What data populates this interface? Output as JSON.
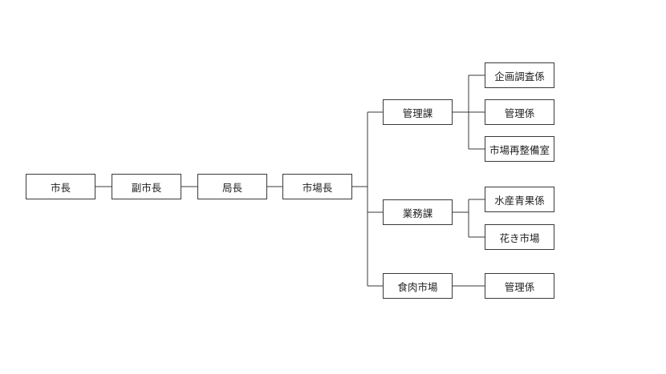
{
  "org_chart": {
    "mayor": "市長",
    "deputy_mayor": "副市長",
    "bureau_chief": "局長",
    "market_director": "市場長",
    "management_division": {
      "label": "管理課",
      "units": [
        "企画調査係",
        "管理係",
        "市場再整備室"
      ]
    },
    "operations_division": {
      "label": "業務課",
      "units": [
        "水産青果係",
        "花き市場"
      ]
    },
    "meat_market": {
      "label": "食肉市場",
      "units": [
        "管理係"
      ]
    }
  }
}
